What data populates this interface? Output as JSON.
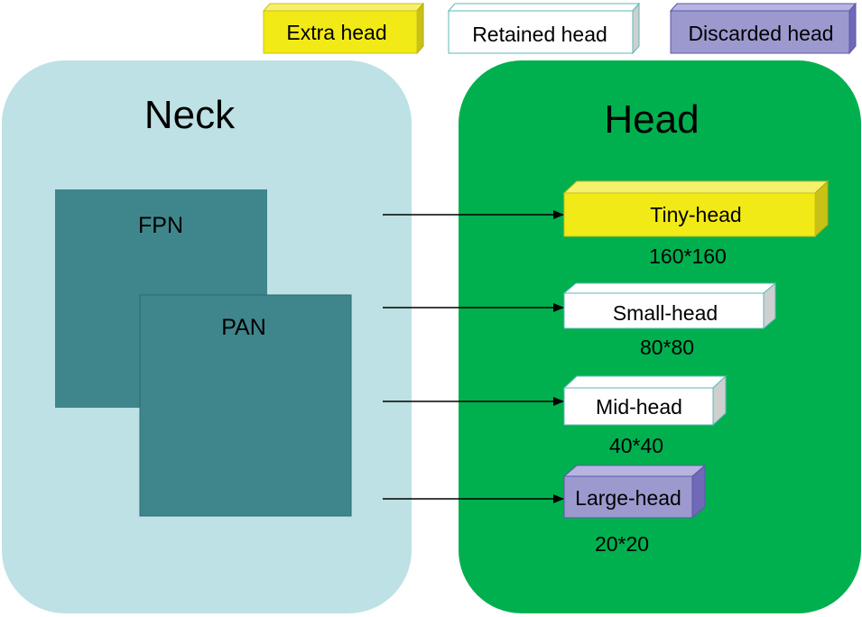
{
  "colors": {
    "neck_bg": "#bde1e4",
    "head_bg": "#00b04e",
    "block": "#3f868c",
    "extra": "#f2ea16",
    "retained": "#ffffff",
    "discarded": "#9c99cf",
    "arrow": "#000000"
  },
  "legend": {
    "extra": "Extra head",
    "retained": "Retained head",
    "discarded": "Discarded head"
  },
  "neck": {
    "title": "Neck",
    "fpn": "FPN",
    "pan": "PAN"
  },
  "head": {
    "title": "Head",
    "heads": [
      {
        "label": "Tiny-head",
        "size": "160*160",
        "kind": "extra"
      },
      {
        "label": "Small-head",
        "size": "80*80",
        "kind": "retained"
      },
      {
        "label": "Mid-head",
        "size": "40*40",
        "kind": "retained"
      },
      {
        "label": "Large-head",
        "size": "20*20",
        "kind": "discarded"
      }
    ]
  }
}
